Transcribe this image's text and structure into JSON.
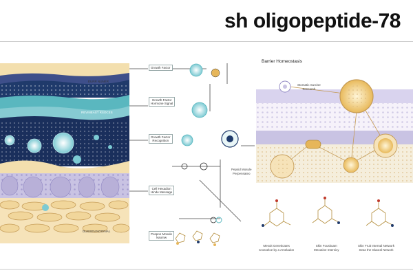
{
  "title": "sh oligopeptide-78",
  "left_panel": {
    "layer_labels": [
      "EURR NUNER",
      "REVINEAST RSOCES",
      "DUSSEN NOOINAL"
    ],
    "annotations": [
      {
        "text": "Growth Factor"
      },
      {
        "text": "Growth Factor\nHormone Signal"
      },
      {
        "text": "Growth Factor\nRecognition"
      },
      {
        "text": "Cell Hexadion\nHinde Message"
      },
      {
        "text": "Pospon Mosule\nNaomw"
      },
      {
        "text": "Pepsid Mosule\nPerpensateo"
      }
    ]
  },
  "right_panel": {
    "heading": "Barrier Homeostasis",
    "small_label": "Stomatic Surcise\nSencorsh",
    "molecule_captions": [
      "Mesoit Geneticates\nCrosseloe by a Ameladon",
      "Skin Fouskuam\nMeoutine Intersicy",
      "Skin Fruit Internal Network\nSeas the Glaoral Nework"
    ]
  },
  "colors": {
    "deep_blue": "#1f3a6b",
    "teal": "#5ab7bf",
    "cream": "#f3dfae",
    "lavender": "#c9c3e3",
    "gold": "#e6b65a"
  }
}
